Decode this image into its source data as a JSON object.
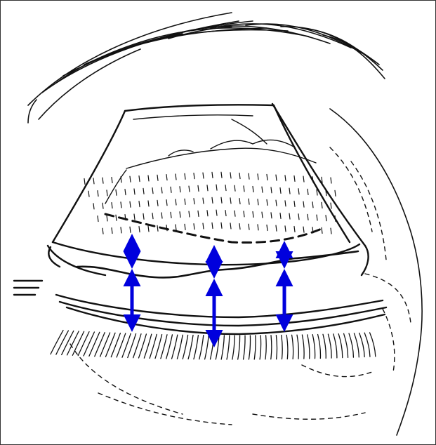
{
  "figure": {
    "subject": "eyelid-anatomy-illustration",
    "colors": {
      "background": "#ffffff",
      "ink": "#111111",
      "arrow": "#0000dd",
      "frame": "#333333"
    },
    "arrow_icon": "double-headed-arrow",
    "measurement_arrows": [
      {
        "name": "left-upper"
      },
      {
        "name": "left-lower"
      },
      {
        "name": "center-upper"
      },
      {
        "name": "center-lower"
      },
      {
        "name": "right-upper"
      },
      {
        "name": "right-lower"
      }
    ]
  }
}
